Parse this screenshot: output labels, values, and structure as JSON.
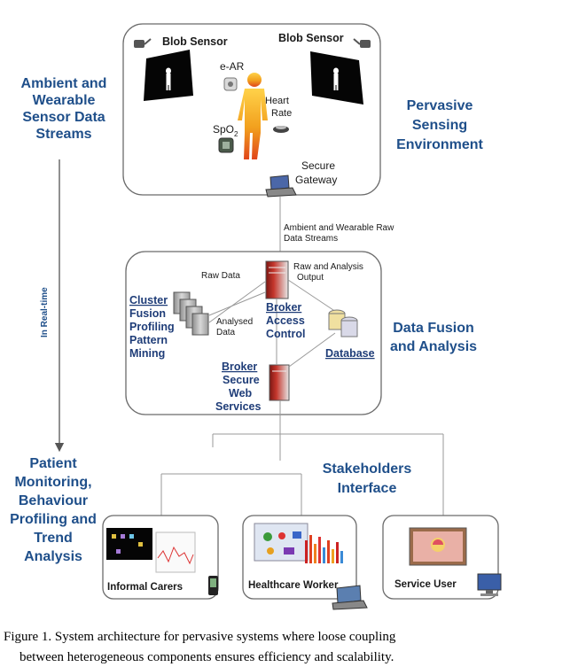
{
  "left_labels": {
    "streams": [
      "Ambient and",
      "Wearable",
      "Sensor Data",
      "Streams"
    ],
    "realtime": "In Real-time",
    "monitoring": [
      "Patient",
      "Monitoring,",
      "Behaviour",
      "Profiling and",
      "Trend",
      "Analysis"
    ]
  },
  "right_labels": {
    "sensing": [
      "Pervasive",
      "Sensing",
      "Environment"
    ],
    "fusion": [
      "Data Fusion",
      "and Analysis"
    ],
    "stakeholders": [
      "Stakeholders",
      "Interface"
    ]
  },
  "sensing_panel": {
    "blob_left": "Blob Sensor",
    "blob_right": "Blob Sensor",
    "ear": "e-AR",
    "heart": [
      "Heart",
      "Rate"
    ],
    "spo2": "SpO",
    "spo2_sub": "2",
    "gateway": [
      "Secure",
      "Gateway"
    ]
  },
  "stream_label": [
    "Ambient and Wearable Raw",
    "Data Streams"
  ],
  "fusion_panel": {
    "raw_data": "Raw Data",
    "raw_analysis": [
      "Raw and Analysis",
      "Output"
    ],
    "cluster": "Cluster",
    "cluster_items": [
      "Fusion",
      "Profiling",
      "Pattern",
      "Mining"
    ],
    "analysed": [
      "Analysed",
      "Data"
    ],
    "broker_top": "Broker",
    "broker_top_items": [
      "Access",
      "Control"
    ],
    "database": "Database",
    "broker_bottom": "Broker",
    "broker_bottom_items": [
      "Secure",
      "Web",
      "Services"
    ]
  },
  "stakeholders": {
    "informal": "Informal Carers",
    "healthcare": "Healthcare Worker",
    "service": "Service User"
  },
  "caption": [
    "Figure 1.   System architecture for pervasive systems where loose coupling",
    "between heterogeneous components ensures efficiency and scalability."
  ],
  "colors": {
    "heading": "#1f4f8a",
    "body_orange": "#f2a01e",
    "server_red": "#b22a22"
  }
}
